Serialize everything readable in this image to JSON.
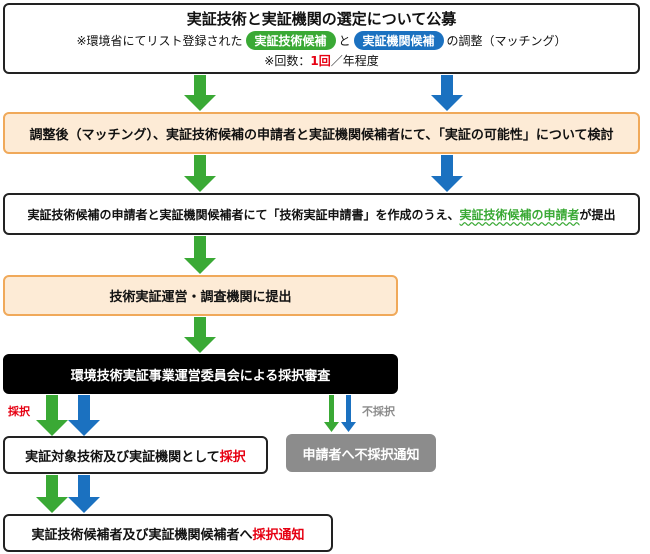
{
  "box1": {
    "title": "実証技術と実証機関の選定について公募",
    "note_prefix": "※環境省にてリスト登録された",
    "pill_green": "実証技術候補",
    "connector": "と",
    "pill_blue": "実証機関候補",
    "note_suffix": "の調整（マッチング）",
    "count_prefix": "※回数：",
    "count_value": "1回",
    "count_suffix": "／年程度"
  },
  "box2": {
    "text": "調整後（マッチング）、実証技術候補の申請者と実証機関候補者にて、「実証の可能性」について検討"
  },
  "box3": {
    "text_main": "実証技術候補の申請者と実証機関候補者にて「技術実証申請書」を作成のうえ、",
    "text_highlight": "実証技術候補の申請者",
    "text_end": "が提出"
  },
  "box4": {
    "text": "技術実証運営・調査機関に提出"
  },
  "box5": {
    "text": "環境技術実証事業運営委員会による採択審査"
  },
  "labels": {
    "adopted": "採択",
    "rejected": "不採択"
  },
  "box6": {
    "text_main": "実証対象技術及び実証機関として",
    "text_red": "採択"
  },
  "box7": {
    "text": "申請者へ不採択通知"
  },
  "box8": {
    "text_main": "実証技術候補者及び実証機関候補者へ",
    "text_red": "採択通知"
  },
  "colors": {
    "green": "#3aa935",
    "blue": "#1b71c0",
    "red": "#e60012",
    "orange_border": "#f0a95a",
    "orange_fill": "#fdebd6",
    "gray": "#8c8c8c"
  }
}
